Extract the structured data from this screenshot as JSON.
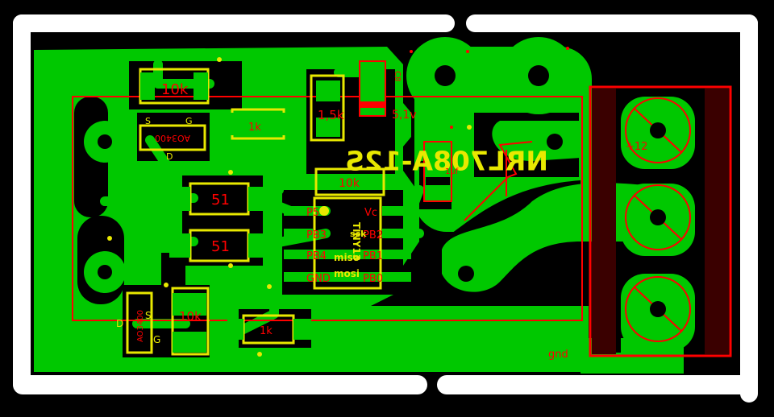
{
  "colors": {
    "background": "#000000",
    "copper": "#00c800",
    "silkscreen": "#e8e800",
    "outline": "#ff0000",
    "drill": "#000000",
    "board_frame": "#ffffff"
  },
  "labels": {
    "board_name": "NRL708A-12S",
    "r_top": "10k",
    "r_top2": "1k",
    "r_15": "1,5k",
    "r_mid": "10k",
    "r_51a": "51",
    "r_51b": "51",
    "r_bottom": "10k",
    "r_bottom2": "1k",
    "mosfet_top": "AO3400",
    "mosfet_top_s": "S",
    "mosfet_top_g": "G",
    "mosfet_top_d": "D",
    "mosfet_bottom": "AO3400",
    "mosfet_bottom_s": "S",
    "mosfet_bottom_g": "G",
    "mosfet_bottom_d": "D",
    "zener": "5,1v",
    "cap_small": "1uf",
    "cap_vertical": "C8",
    "plus12": "+12",
    "gnd": "gnd"
  },
  "ic": {
    "name": "TINY13",
    "pins_left": [
      "P5",
      "PB3",
      "PB4",
      "GND"
    ],
    "pins_right": [
      "Vc",
      "PB2",
      "PB1",
      "PB0"
    ],
    "center_labels": [
      "sck",
      "miso",
      "mosi"
    ]
  }
}
